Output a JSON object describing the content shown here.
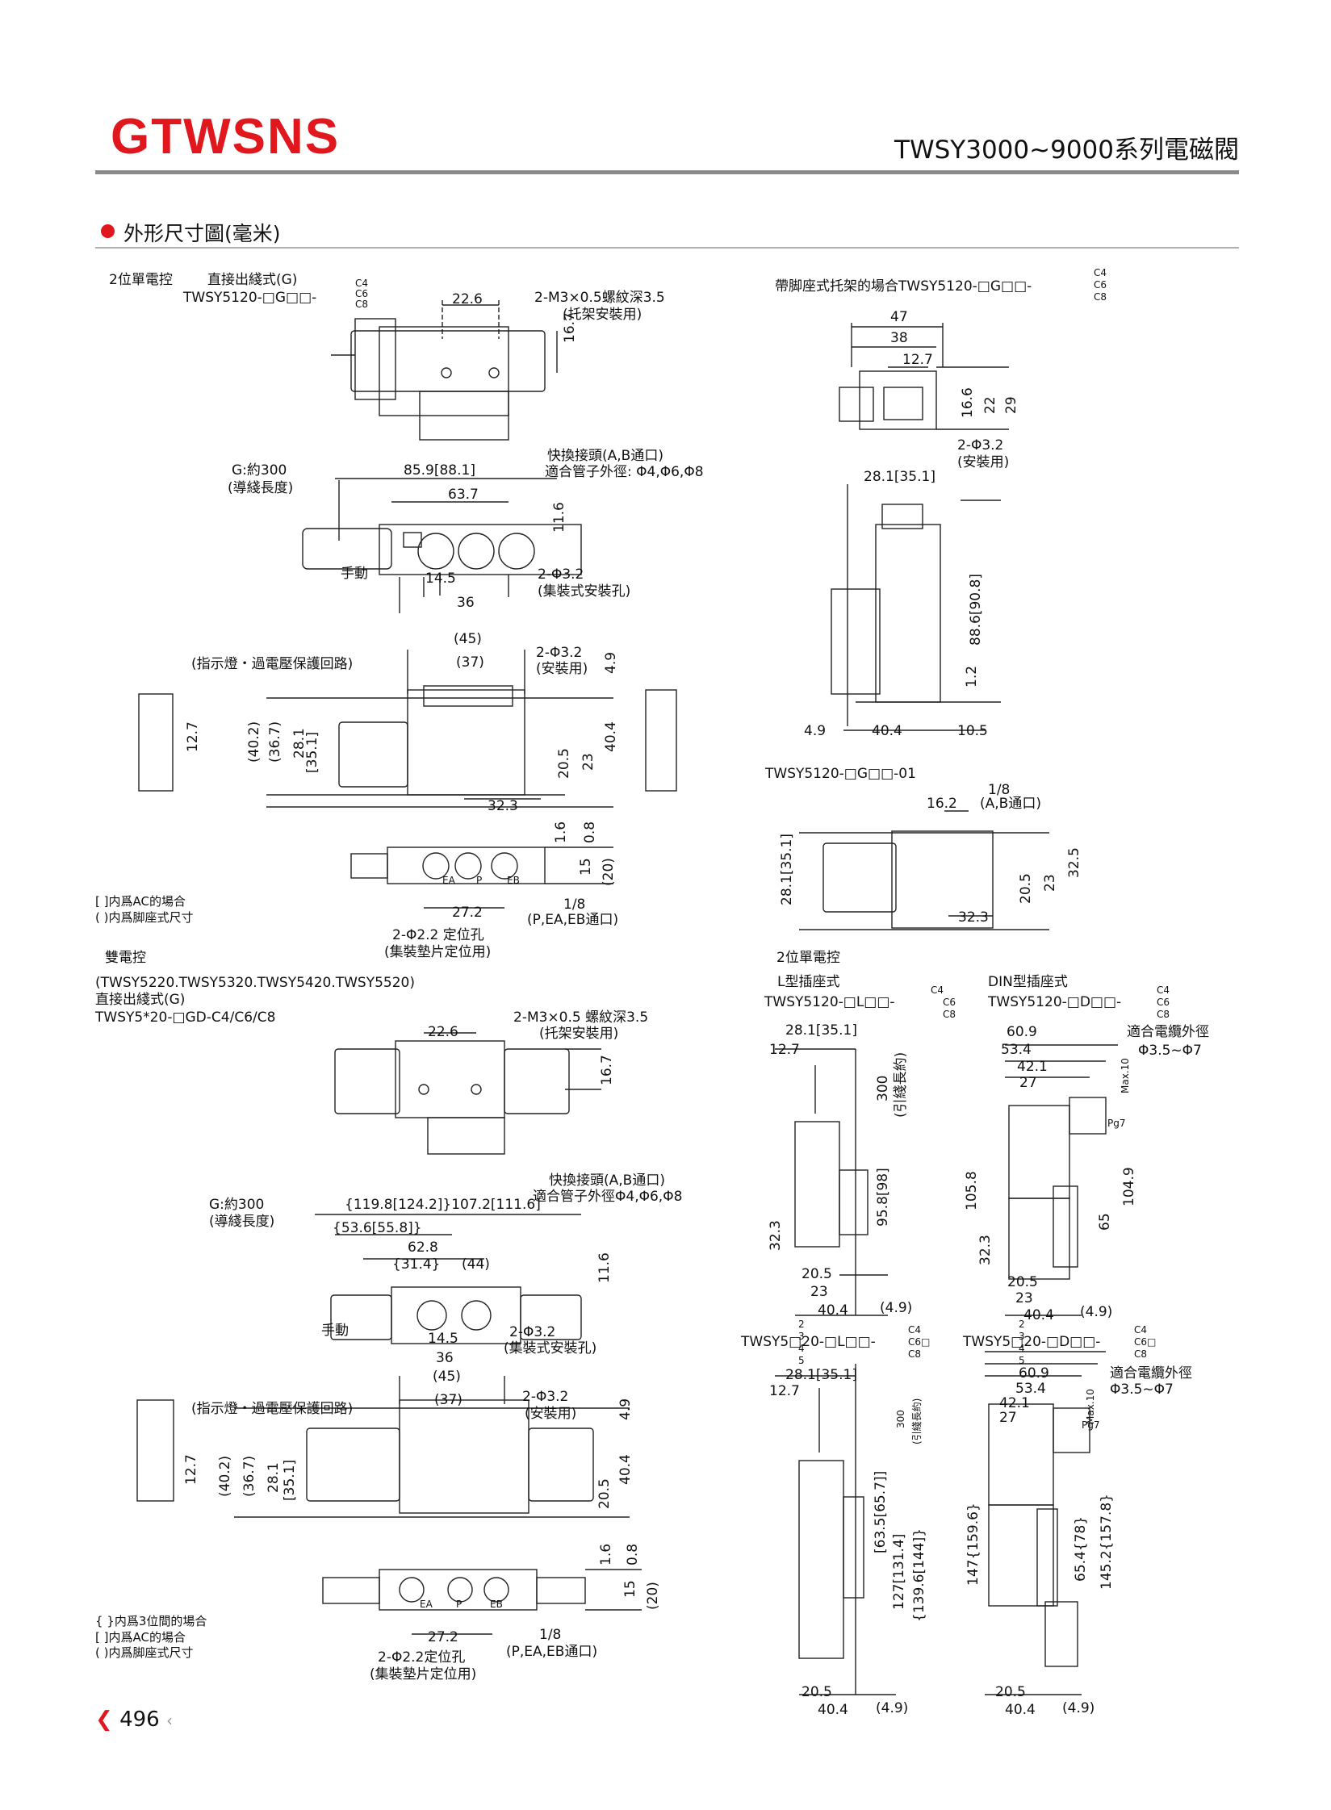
{
  "header": {
    "brand": "GTWSNS",
    "title": "TWSY3000~9000系列電磁閥"
  },
  "section": {
    "title": "外形尺寸圖(毫米)"
  },
  "single_g": {
    "label_type": "2位單電控",
    "label_conn": "直接出綫式(G)",
    "model": "TWSY5120-□G□□-",
    "codes": [
      "C4",
      "C6",
      "C8"
    ],
    "dims": [
      "22.6",
      "16.7",
      "85.9[88.1]",
      "63.7",
      "11.6",
      "14.5",
      "36"
    ],
    "callouts": {
      "screw": "2-M3×0.5螺紋深3.5",
      "screw_sub": "(托架安裝用)",
      "wire": "G:約300",
      "wire_sub": "(導綫長度)",
      "fitting": "快換接頭(A,B通口)",
      "fitting_sub": "適合管子外徑: Φ4,Φ6,Φ8",
      "manual": "手動",
      "hole": "2-Φ3.2",
      "hole_sub": "(集裝式安裝孔)"
    }
  },
  "single_front": {
    "indicator": "(指示燈・過電壓保護回路)",
    "hole": "2-Φ3.2",
    "hole_sub": "(安裝用)",
    "dims_top": [
      "(45)",
      "(37)",
      "4.9"
    ],
    "dims_side": [
      "(40.2)",
      "(36.7)",
      "28.1",
      "[35.1]",
      "12.7",
      "20.5",
      "23",
      "40.4",
      "32.3"
    ],
    "dims_bottom": [
      "1.6",
      "0.8",
      "15",
      "(20)",
      "27.2"
    ],
    "ports": [
      "EA",
      "P",
      "EB"
    ],
    "port_thread": "1/8",
    "port_sub": "(P,EA,EB通口)",
    "pin": "2-Φ2.2 定位孔",
    "pin_sub": "(集裝墊片定位用)"
  },
  "notes_top": [
    "[ ]内爲AC的場合",
    "( )内爲脚座式尺寸"
  ],
  "bracket": {
    "title": "帶脚座式托架的場合TWSY5120-□G□□-",
    "codes": [
      "C4",
      "C6",
      "C8"
    ],
    "dims": [
      "47",
      "38",
      "12.7",
      "16.6",
      "22",
      "29",
      "28.1[35.1]",
      "88.6[90.8]",
      "1.2",
      "4.9",
      "40.4",
      "10.5"
    ],
    "hole": "2-Φ3.2",
    "hole_sub": "(安裝用)"
  },
  "sub01": {
    "model": "TWSY5120-□G□□-01",
    "port_thread": "1/8",
    "port_sub": "(A,B通口)",
    "dims": [
      "16.2",
      "28.1[35.1]",
      "20.5",
      "23",
      "32.5",
      "32.3"
    ]
  },
  "double": {
    "label_type": "雙電控",
    "models": "(TWSY5220.TWSY5320.TWSY5420.TWSY5520)",
    "label_conn": "直接出綫式(G)",
    "model": "TWSY5*20-□GD-C4/C6/C8",
    "screw": "2-M3×0.5 螺紋深3.5",
    "screw_sub": "(托架安裝用)",
    "dims": [
      "22.6",
      "16.7",
      "{119.8[124.2]}107.2[111.6]",
      "{53.6[55.8]}",
      "62.8",
      "{31.4}",
      "(44)",
      "11.6",
      "14.5",
      "36"
    ],
    "wire": "G:約300",
    "wire_sub": "(導綫長度)",
    "fitting": "快換接頭(A,B通口)",
    "fitting_sub": "適合管子外徑Φ4,Φ6,Φ8",
    "manual": "手動",
    "hole": "2-Φ3.2",
    "hole_sub": "(集裝式安裝孔)"
  },
  "double_front": {
    "indicator": "(指示燈・過電壓保護回路)",
    "hole": "2-Φ3.2",
    "hole_sub": "(安裝用)",
    "dims_top": [
      "(45)",
      "(37)",
      "4.9"
    ],
    "dims_side": [
      "(40.2)",
      "(36.7)",
      "28.1",
      "[35.1]",
      "12.7",
      "20.5",
      "40.4"
    ],
    "dims_bottom": [
      "1.6",
      "0.8",
      "15",
      "(20)",
      "27.2"
    ],
    "ports": [
      "EA",
      "P",
      "EB"
    ],
    "port_thread": "1/8",
    "port_sub": "(P,EA,EB通口)",
    "pin": "2-Φ2.2定位孔",
    "pin_sub": "(集裝墊片定位用)"
  },
  "notes_bottom": [
    "{ }内爲3位間的場合",
    "[ ]内爲AC的場合",
    "( )内爲脚座式尺寸"
  ],
  "plugin": {
    "label_type": "2位單電控",
    "l_type": "L型插座式",
    "l_model": "TWSY5120-□L□□-",
    "din_type": "DIN型插座式",
    "din_model": "TWSY5120-□D□□-",
    "codes": [
      "C4",
      "C6",
      "C8"
    ],
    "l_dims": [
      "28.1[35.1]",
      "12.7",
      "300",
      "(引綫長約)",
      "95.8[98]",
      "32.3",
      "20.5",
      "23",
      "40.4",
      "(4.9)"
    ],
    "din_dims": [
      "60.9",
      "53.4",
      "42.1",
      "27",
      "Max.10",
      "Pg7",
      "105.8",
      "104.9",
      "65",
      "32.3",
      "20.5",
      "23",
      "40.4",
      "(4.9)"
    ],
    "cable": "適合電纜外徑",
    "cable_range": "Φ3.5~Φ7"
  },
  "plugin_multi": {
    "l_model": "TWSY5□20-□L□□-",
    "din_model": "TWSY5□20-□D□□-",
    "digits": [
      "2",
      "3",
      "4",
      "5"
    ],
    "codes": [
      "C4",
      "C6□",
      "C8"
    ],
    "l_dims": [
      "28.1[35.1]",
      "12.7",
      "300",
      "(引綫長約)",
      "[63.5[65.7]]",
      "127[131.4]",
      "{139.6[144]}",
      "20.5",
      "40.4",
      "(4.9)"
    ],
    "din_dims": [
      "60.9",
      "53.4",
      "42.1",
      "27",
      "Max.10",
      "Pg7",
      "147{159.6}",
      "65.4{78}",
      "145.2{157.8}",
      "20.5",
      "40.4",
      "(4.9)"
    ],
    "cable": "適合電纜外徑",
    "cable_range": "Φ3.5~Φ7"
  },
  "page_number": "496"
}
